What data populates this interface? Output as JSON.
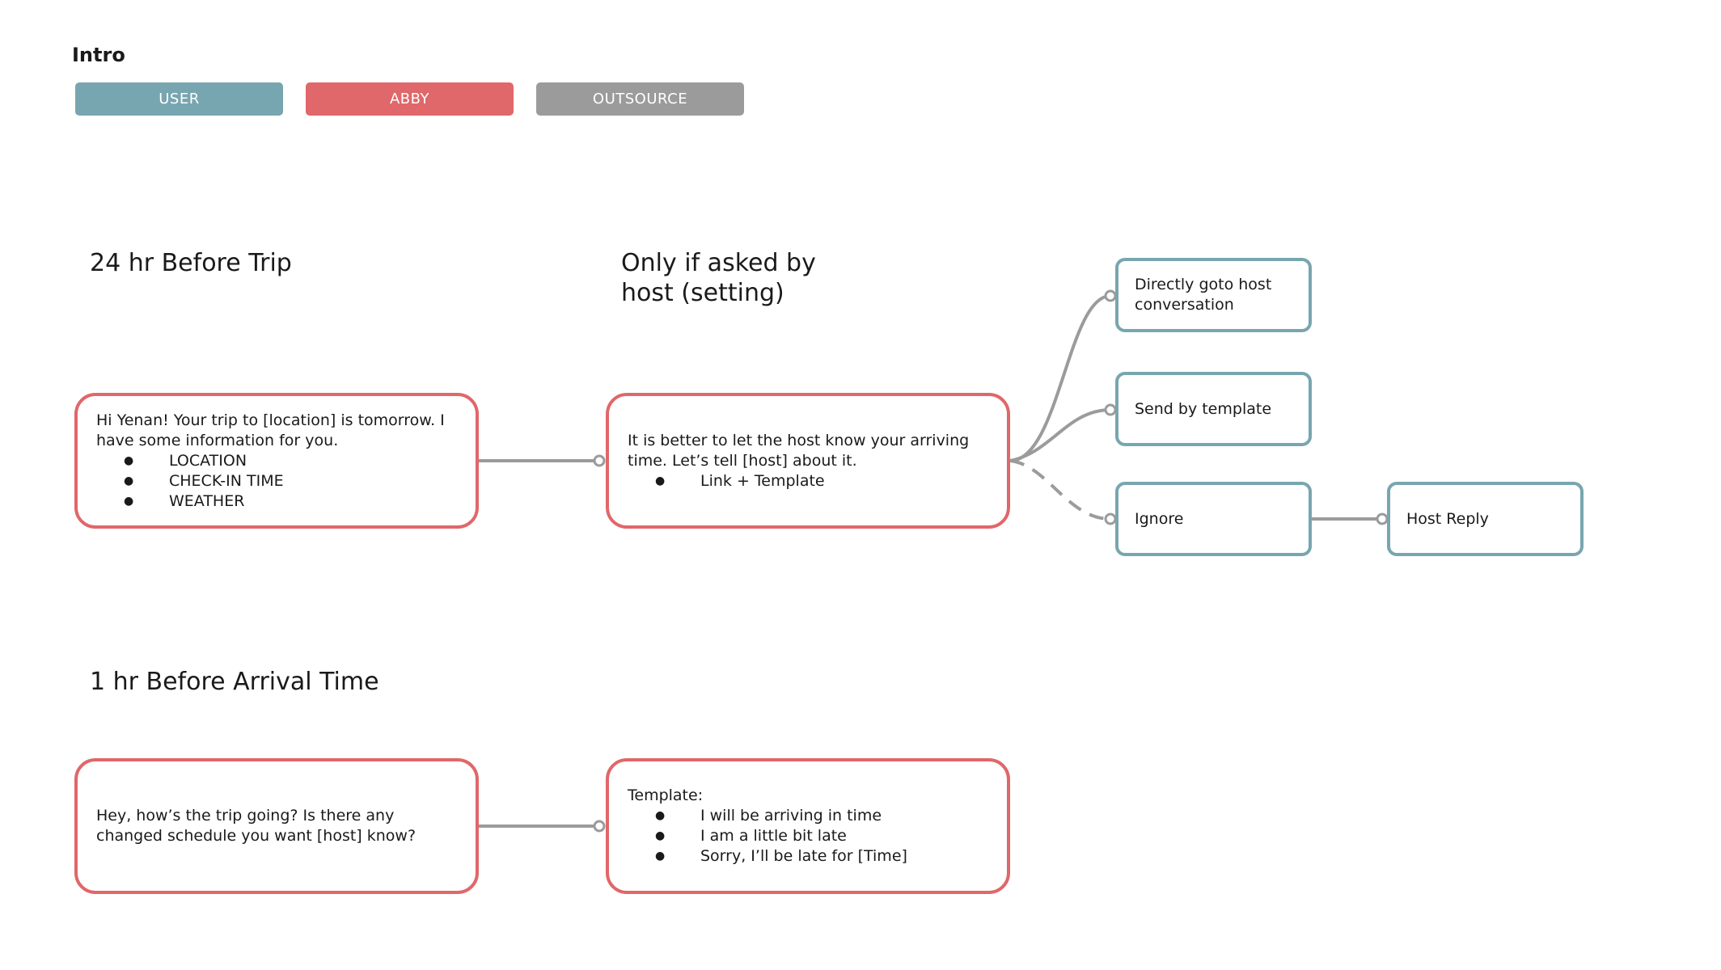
{
  "page": {
    "title": "Intro"
  },
  "legend": [
    {
      "label": "USER",
      "color": "#78a6b0"
    },
    {
      "label": "ABBY",
      "color": "#e0676a"
    },
    {
      "label": "OUTSOURCE",
      "color": "#9b9b9b"
    }
  ],
  "sections": {
    "before_trip": "24 hr Before Trip",
    "only_if_asked": "Only if asked by\nhost (setting)",
    "before_arrival": "1 hr Before Arrival Time"
  },
  "nodes": {
    "greeting": {
      "text": "Hi Yenan! Your trip to [location] is tomorrow. I have some information for you.",
      "bullets": [
        "LOCATION",
        "CHECK-IN TIME",
        "WEATHER"
      ]
    },
    "suggest": {
      "text": "It is better to let the host know your arriving time. Let’s tell [host] about it.",
      "bullets": [
        "Link + Template"
      ]
    },
    "goto_host": {
      "text": "Directly goto host conversation"
    },
    "send_template": {
      "text": "Send by template"
    },
    "ignore": {
      "text": "Ignore"
    },
    "host_reply": {
      "text": "Host Reply"
    },
    "checkin": {
      "text": "Hey, how’s the trip going? Is there any changed schedule you want [host] know?"
    },
    "template": {
      "text": "Template:",
      "bullets": [
        "I will be arriving in time",
        "I am a little bit late",
        "Sorry, I’ll be late for [Time]"
      ]
    }
  },
  "colors": {
    "user": "#78a6b0",
    "abby": "#e0676a",
    "outsource": "#9b9b9b",
    "connector": "#9b9b9b"
  }
}
